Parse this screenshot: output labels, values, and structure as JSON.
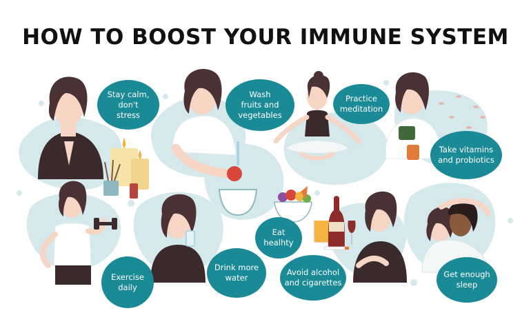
{
  "title": "HOW TO BOOST YOUR IMMUNE SYSTEM",
  "colors": {
    "bubble": "#1a8b96",
    "blob": "#d5e8ec",
    "hair": "#4a3133",
    "skin": "#f6d5c4",
    "shirt_dark": "#3b2a2c",
    "text": "#111111"
  },
  "tips": [
    {
      "id": "stress",
      "label": "Stay calm,\ndon't\nstress",
      "icon": "calm-woman-candles"
    },
    {
      "id": "wash",
      "label": "Wash\nfruits and\nvegetables",
      "icon": "washing-apple"
    },
    {
      "id": "meditation",
      "label": "Practice\nmeditation",
      "icon": "meditating-woman"
    },
    {
      "id": "vitamins",
      "label": "Take vitamins\nand probiotics",
      "icon": "pill-bottle"
    },
    {
      "id": "exercise",
      "label": "Exercise\ndaily",
      "icon": "dumbbell"
    },
    {
      "id": "water",
      "label": "Drink more\nwater",
      "icon": "water-glass"
    },
    {
      "id": "eat",
      "label": "Eat\nhealhty",
      "icon": "fruit-bowl"
    },
    {
      "id": "alcohol",
      "label": "Avoid alcohol\nand cigarettes",
      "icon": "wine-bottle"
    },
    {
      "id": "sleep",
      "label": "Get enough\nsleep",
      "icon": "sleeping-couple"
    }
  ]
}
